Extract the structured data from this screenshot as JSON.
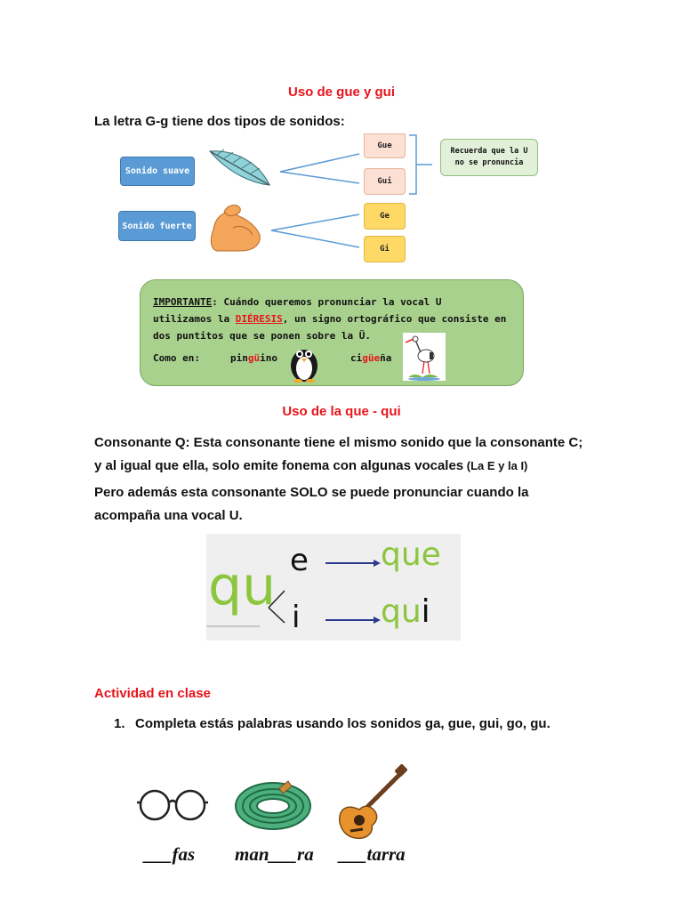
{
  "title_gue_gui": "Uso de gue y gui",
  "intro_line": "La letra G-g tiene dos tipos de sonidos:",
  "diagram": {
    "soft_label": "Sonido suave",
    "strong_label": "Sonido fuerte",
    "gue": "Gue",
    "gui": "Gui",
    "ge": "Ge",
    "gi": "Gi",
    "note_line1": "Recuerda que la U",
    "note_line2": "no se pronuncia"
  },
  "important": {
    "label": "IMPORTANTE",
    "line1_rest": ": Cuándo queremos pronunciar la vocal U",
    "line2_pre": "utilizamos la ",
    "dieresis": "DIÉRESIS",
    "line2_post": ", un signo ortográfico que consiste en",
    "line3": "dos puntitos que se ponen sobre la Ü.",
    "como_en": "Como en:",
    "w1_a": "pin",
    "w1_b": "gü",
    "w1_c": "ino",
    "w2_a": "ci",
    "w2_b": "güe",
    "w2_c": "ña"
  },
  "title_que_qui": "Uso de la que - qui",
  "para1_main": "Consonante Q: Esta consonante tiene el mismo sonido que la consonante C; y al igual que ella, solo emite fonema con algunas vocales",
  "para1_paren": " (La E y la I)",
  "para2": "Pero además esta consonante SOLO se puede pronunciar cuando la acompaña una vocal U.",
  "qu_image": {
    "qu": "qu",
    "e": "e",
    "i": "i",
    "que": "que",
    "qui_a": "qu",
    "qui_b": "i"
  },
  "activity_title": "Actividad en clase",
  "activity_item_num": "1.",
  "activity_item_text": "Completa estás palabras usando los sonidos ga, gue, gui, go, gu.",
  "words": {
    "w1_blank": "___",
    "w1_rest": "fas",
    "w2_pre": "man",
    "w2_blank": "___",
    "w2_rest": "ra",
    "w3_blank": "___",
    "w3_rest": "tarra"
  },
  "colors": {
    "red": "#e8141b",
    "green_letters": "#8cc63f",
    "blue_box": "#5b9bd5",
    "important_bg": "#a9d18e"
  }
}
